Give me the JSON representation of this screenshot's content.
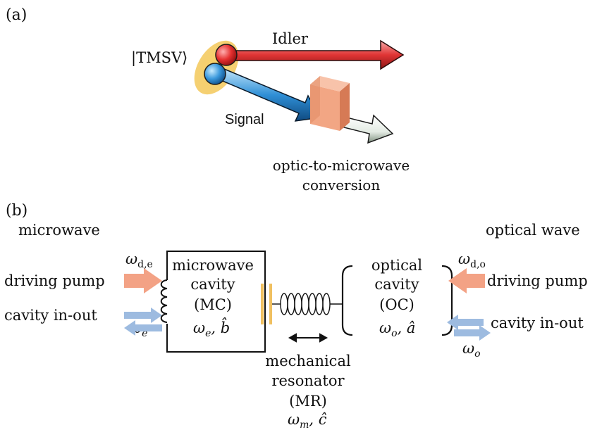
{
  "panel_a": {
    "label": "(a)",
    "state_label": "|TMSV⟩",
    "idler_label": "Idler",
    "signal_label": "Signal",
    "conversion_label_line1": "optic-to-microwave",
    "conversion_label_line2": "conversion"
  },
  "panel_b": {
    "label": "(b)",
    "left_title": "microwave",
    "right_title": "optical wave",
    "left_pump_label": "driving pump",
    "left_inout_label": "cavity in-out",
    "right_pump_label": "driving pump",
    "right_inout_label": "cavity in-out",
    "left_pump_freq": "ω",
    "left_pump_freq_sub": "d,e",
    "left_inout_freq": "ω",
    "left_inout_freq_sub": "e",
    "right_pump_freq": "ω",
    "right_pump_freq_sub": "d,o",
    "right_inout_freq": "ω",
    "right_inout_freq_sub": "o",
    "mc": {
      "line1": "microwave",
      "line2": "cavity",
      "line3": "(MC)",
      "sym": "ω",
      "sym_sub": "e",
      "op": ", b̂"
    },
    "oc": {
      "line1": "optical",
      "line2": "cavity",
      "line3": "(OC)",
      "sym": "ω",
      "sym_sub": "o",
      "op": ", â"
    },
    "mr": {
      "line1": "mechanical",
      "line2": "resonator",
      "line3": "(MR)",
      "sym": "ω",
      "sym_sub": "m",
      "op": ", ĉ"
    }
  },
  "colors": {
    "idler": "#e03535",
    "signal": "#2f8fd6",
    "converted": "#e9efe9",
    "converter": "#f0a07c",
    "pump": "#f3a285",
    "inout": "#9dbbe0",
    "glow": "#f3c85a",
    "mirror": "#f0c060"
  }
}
